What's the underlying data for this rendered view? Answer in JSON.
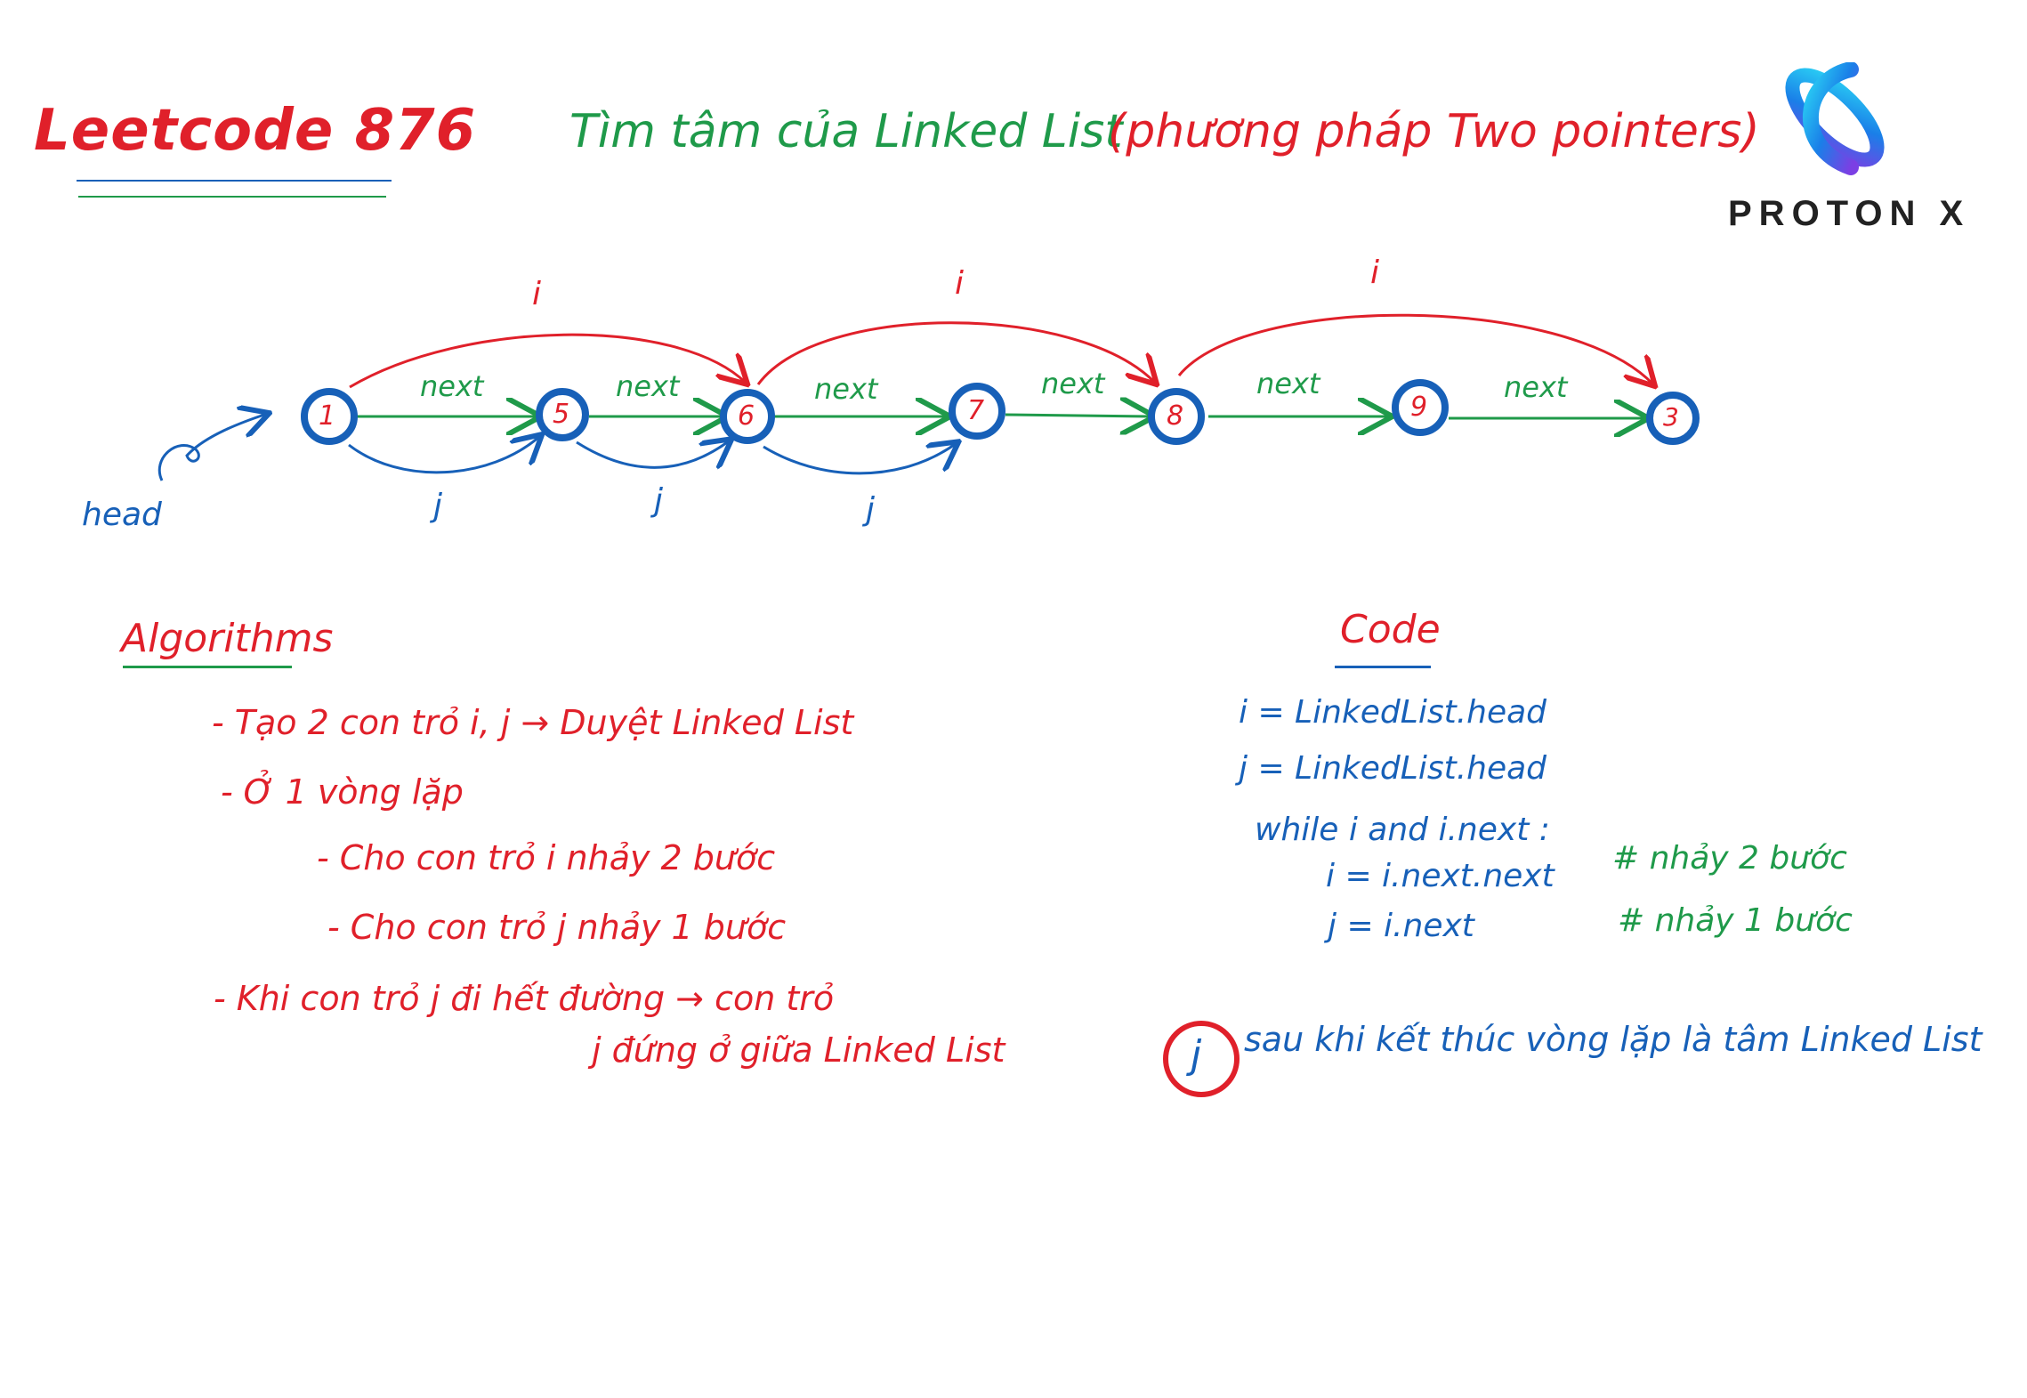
{
  "header": {
    "title": "Leetcode 876",
    "subtitle_green": "Tìm tâm của Linked List",
    "subtitle_red": "(phương pháp Two pointers)"
  },
  "logo": {
    "text": "PROTON X",
    "colors": [
      "#2bb5f0",
      "#1a5fd8",
      "#7b3fe4"
    ]
  },
  "diagram": {
    "nodes": [
      "1",
      "5",
      "6",
      "7",
      "8",
      "9",
      "3"
    ],
    "edge_label": "next",
    "i_label": "i",
    "j_label": "j",
    "head_label": "head"
  },
  "algorithms": {
    "heading": "Algorithms",
    "lines": [
      "- Tạo 2 con trỏ i, j  →  Duyệt Linked List",
      "- Ở 1 vòng lặp",
      "- Cho con trỏ i nhảy 2 bước",
      "- Cho con trỏ j nhảy 1 bước",
      "- Khi con trỏ j đi hết đường  →  con trỏ",
      "j đứng ở giữa Linked List"
    ]
  },
  "code": {
    "heading": "Code",
    "lines": [
      "i  =  LinkedList.head",
      "j  =  LinkedList.head",
      "while  i  and  i.next :",
      "i = i.next.next",
      "j = i.next"
    ],
    "comments": [
      "# nhảy 2 bước",
      "# nhảy 1 bước"
    ]
  },
  "conclusion": {
    "circled": "j",
    "text": "sau khi kết thúc vòng lặp là tâm Linked List"
  },
  "colors": {
    "red": "#e0202a",
    "green": "#1f9a4a",
    "blue": "#1760b8"
  }
}
